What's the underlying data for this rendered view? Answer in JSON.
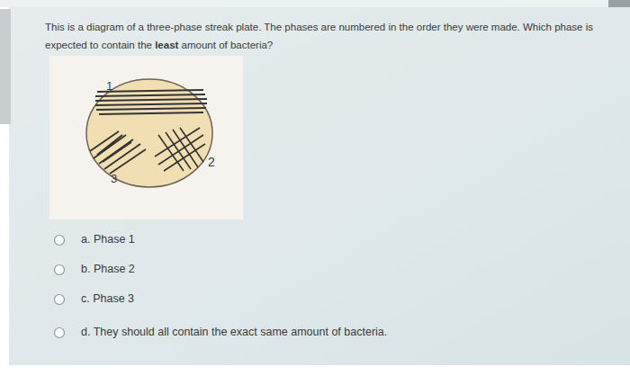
{
  "diagram": {
    "labels": [
      "This is a diagram of a three-phase streak plate. The phases are numbered in the order they were made. Which phase is expected to contain the",
      "least",
      "amount of bacteria?",
      "1",
      "2",
      "3",
      "a. Phase 1",
      "b. Phase 2",
      "c. Phase 3",
      "d. They should all contain the exact same amount of bacteria."
    ]
  }
}
